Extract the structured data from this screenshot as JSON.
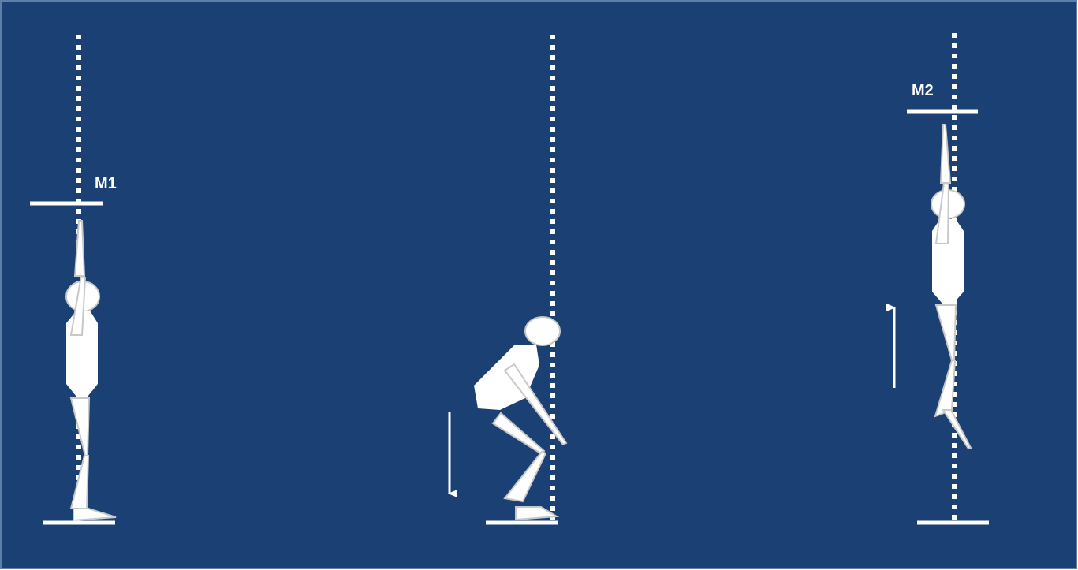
{
  "colors": {
    "background": "#1b4174",
    "frame": "#5f7ea8",
    "figure": "#ffffff",
    "figure_outline": "#c8c8c8",
    "guide": "#ffffff"
  },
  "markers": {
    "m1": {
      "label": "M1"
    },
    "m2": {
      "label": "M2"
    }
  },
  "figures": [
    {
      "name": "standing-figure",
      "pose": "standing"
    },
    {
      "name": "crouching-figure",
      "pose": "countermovement"
    },
    {
      "name": "jumping-figure",
      "pose": "flight"
    }
  ],
  "motion_arrows": [
    {
      "name": "downward-arrow",
      "direction": "down"
    },
    {
      "name": "upward-arrow",
      "direction": "up"
    }
  ]
}
